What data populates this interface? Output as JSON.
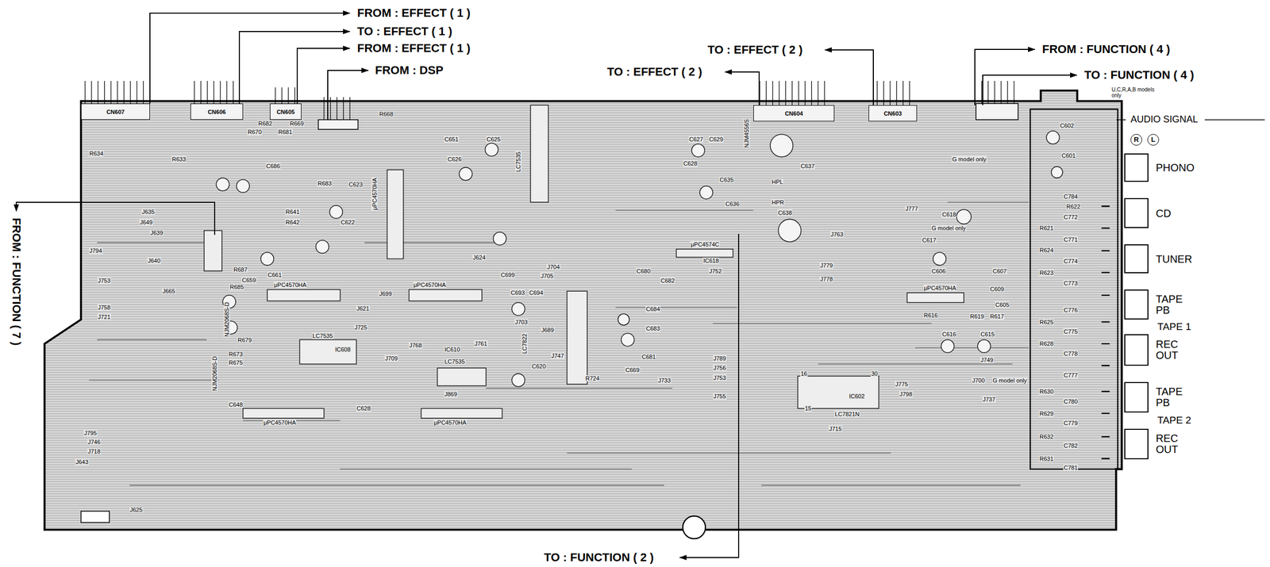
{
  "diagram": {
    "nodes": [
      {
        "text": [
          "CN607"
        ]
      },
      {
        "text": [
          "CN606"
        ]
      },
      {
        "text": [
          "CN605"
        ]
      },
      {
        "text": [
          "CN604"
        ]
      },
      {
        "text": [
          "CN603"
        ]
      },
      {
        "text": [
          "PHONO"
        ]
      },
      {
        "text": [
          "CD"
        ]
      },
      {
        "text": [
          "TUNER"
        ]
      },
      {
        "text": [
          "TAPE PB"
        ]
      },
      {
        "text": [
          "REC OUT"
        ]
      },
      {
        "text": [
          "TAPE PB"
        ]
      },
      {
        "text": [
          "REC OUT"
        ]
      }
    ],
    "labels": [
      "FROM : EFFECT ( 1 )",
      "TO : EFFECT ( 1 )",
      "FROM : EFFECT ( 1 )",
      "FROM : DSP",
      "TO : EFFECT ( 2 )",
      "TO : EFFECT ( 2 )",
      "FROM : FUNCTION ( 4 )",
      "TO : FUNCTION ( 4 )",
      "FROM : FUNCTION ( 7 )",
      "TO : FUNCTION ( 2 )",
      "U,C,R,A,B models only",
      "AUDIO SIGNAL",
      "R",
      "L",
      "TAPE 1",
      "TAPE 2",
      "G model only",
      "G model only",
      "G model only",
      "μPC4570HA",
      "μPC4570HA",
      "μPC4570HA",
      "μPC4570HA",
      "μPC4570HA",
      "μPC4570HA",
      "μPC4574C",
      "LC7535",
      "LC7535",
      "LC7535",
      "LC7822",
      "LC7821N",
      "NJM2068S-D",
      "NJM2068S-D",
      "NJM4556S",
      "IC608",
      "IC610",
      "IC602",
      "IC618",
      "HPL",
      "HPR",
      "16",
      "30",
      "15",
      "R634",
      "R633",
      "R670",
      "R682",
      "R681",
      "R669",
      "R668",
      "R683",
      "C686",
      "C623",
      "C622",
      "R641",
      "R642",
      "R687",
      "R685",
      "C659",
      "C661",
      "C651",
      "C625",
      "C626",
      "C627",
      "C629",
      "C628",
      "C637",
      "C638",
      "C635",
      "C636",
      "C617",
      "C618",
      "C602",
      "C601",
      "C784",
      "C772",
      "C771",
      "C774",
      "C773",
      "C776",
      "C775",
      "C778",
      "C777",
      "C780",
      "C779",
      "C782",
      "C781",
      "R622",
      "R621",
      "R624",
      "R623",
      "R625",
      "R628",
      "R630",
      "R629",
      "R632",
      "R631",
      "C616",
      "C615",
      "C606",
      "C607",
      "C609",
      "C605",
      "R616",
      "R619",
      "R617",
      "C699",
      "C693",
      "C694",
      "C680",
      "C682",
      "C684",
      "C683",
      "C681",
      "C669",
      "C620",
      "R724",
      "C628",
      "C648",
      "R673",
      "R675",
      "R679",
      "J794",
      "J753",
      "J758",
      "J721",
      "J795",
      "J746",
      "J718",
      "J643",
      "J635",
      "J649",
      "J639",
      "J640",
      "J665",
      "J779",
      "J778",
      "J777",
      "J763",
      "J752",
      "J789",
      "J756",
      "J753",
      "J755",
      "J775",
      "J798",
      "J737",
      "J749",
      "J700",
      "J715",
      "J733",
      "J869",
      "J625",
      "J624",
      "J704",
      "J705",
      "J703",
      "J689",
      "J747",
      "J761",
      "J768",
      "J725",
      "J709",
      "J621",
      "J699"
    ]
  }
}
